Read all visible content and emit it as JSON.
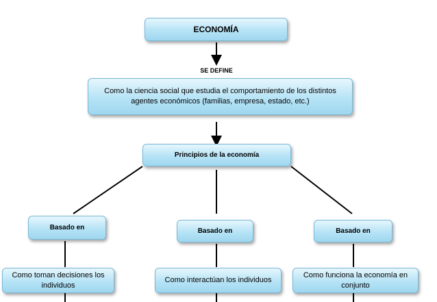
{
  "diagram": {
    "root": "ECONOMÍA",
    "link_label": "SE DEFINE",
    "definition": "Como la ciencia social que estudia el comportamiento de los distintos agentes económicos (familias, empresa, estado, etc.)",
    "principles": "Principios de la economía",
    "branches": [
      {
        "based_on": "Basado en",
        "detail": "Como toman decisiones los individuos"
      },
      {
        "based_on": "Basado en",
        "detail": "Como interactúan los individuos"
      },
      {
        "based_on": "Basado en",
        "detail": "Como funciona la economía en conjunto"
      }
    ]
  }
}
